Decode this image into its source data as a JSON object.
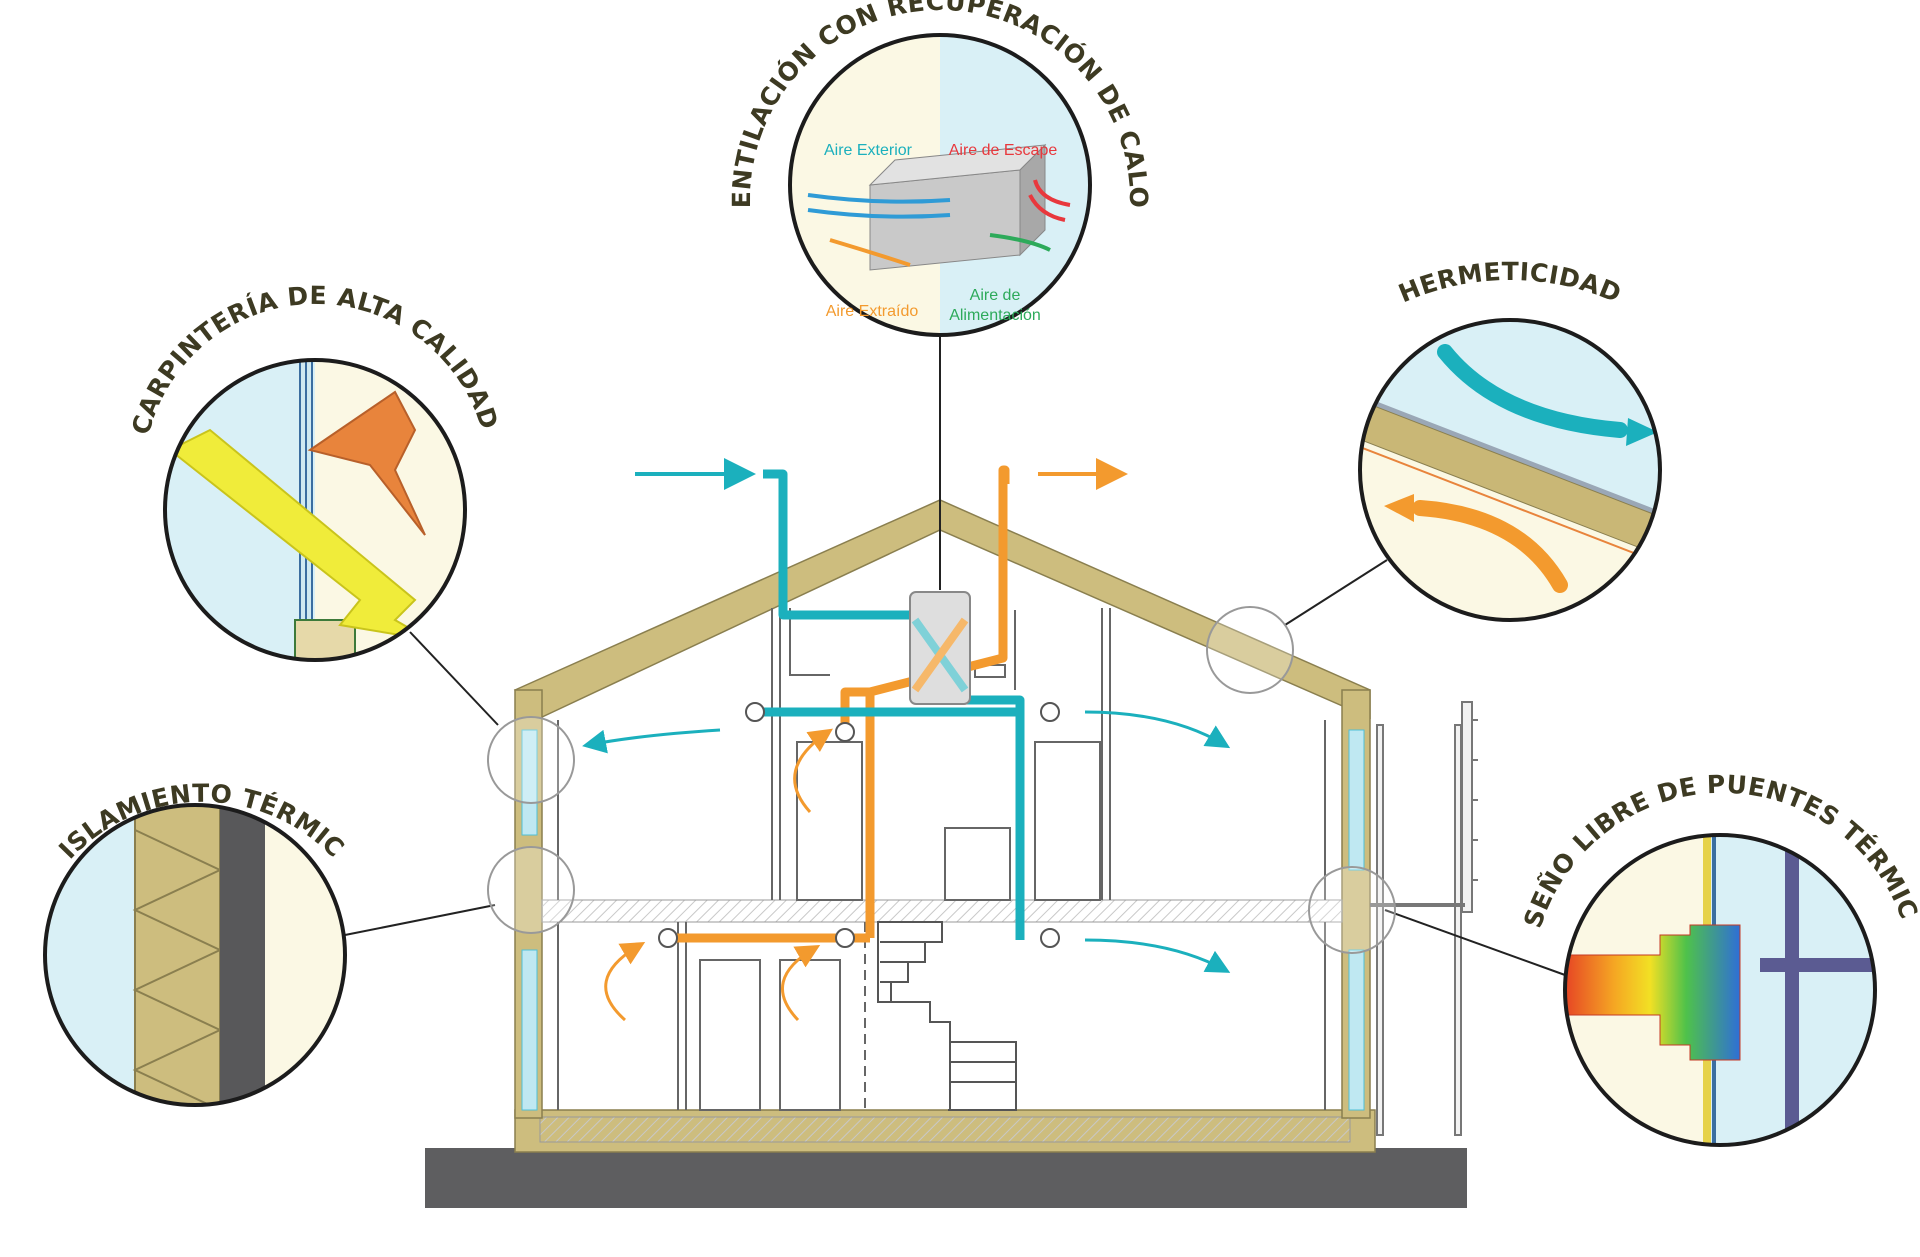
{
  "labels": {
    "ventilacion": "VENTILACIÓN CON RECUPERACIÓN DE CALOR",
    "carpinteria": "CARPINTERÍA DE ALTA CALIDAD",
    "hermeticidad": "HERMETICIDAD",
    "aislamiento": "AISLAMIENTO TÉRMICO",
    "puentes": "DISEÑO LIBRE DE PUENTES TÉRMICOS"
  },
  "heat_exchanger": {
    "aire_exterior": "Aire Exterior",
    "aire_escape": "Aire de Escape",
    "aire_extraido": "Aire Extraído",
    "aire_alimentacion_1": "Aire de",
    "aire_alimentacion_2": "Alimentación"
  },
  "colors": {
    "fresh_air": "#1bb0bd",
    "exhaust_air": "#f39a2e",
    "envelope": "#cdbd7e",
    "ground": "#5e5e60",
    "title_text": "#3d3a22",
    "glass": "#bfe8f2"
  }
}
